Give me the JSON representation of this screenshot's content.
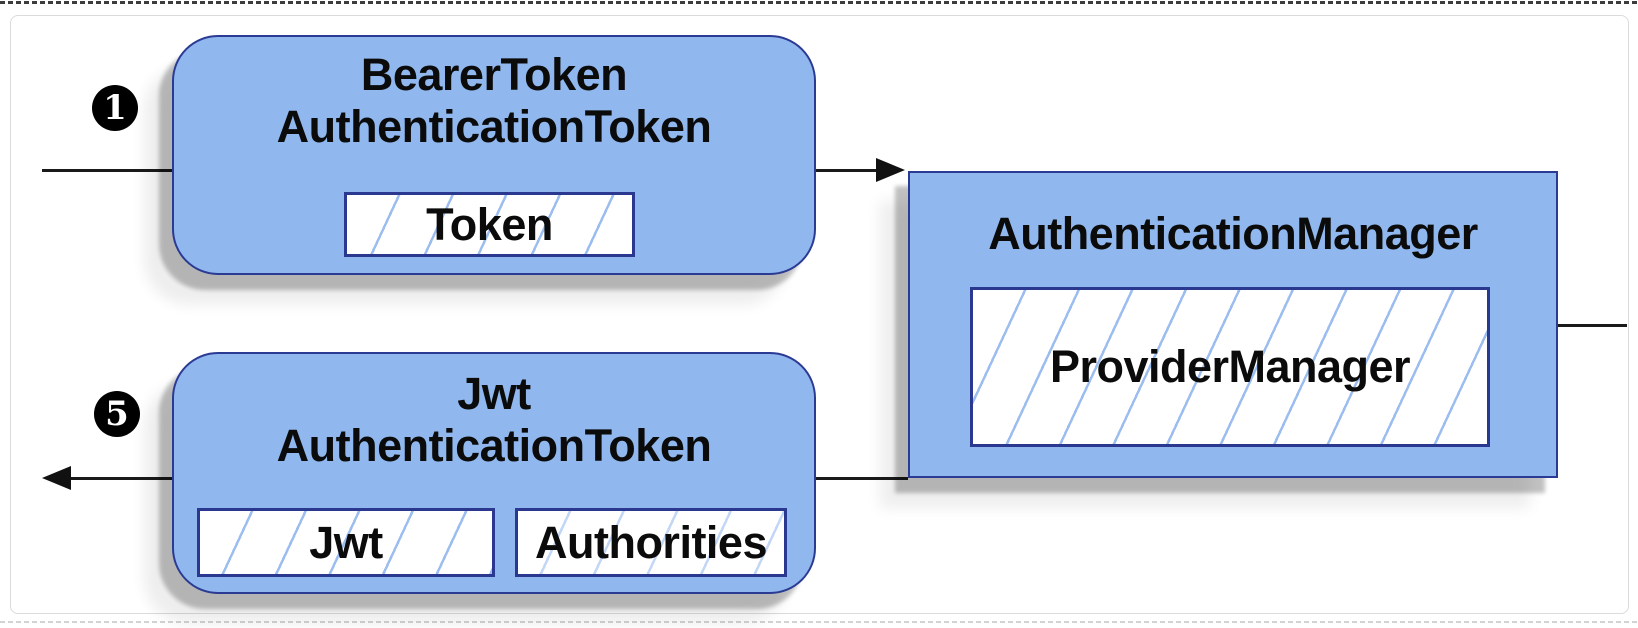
{
  "diagram": {
    "badges": [
      {
        "label": "1"
      },
      {
        "label": "5"
      }
    ],
    "nodes": [
      {
        "id": "bearer-token-authentication-token",
        "title_lines": [
          "BearerToken",
          "AuthenticationToken"
        ],
        "fields": [
          {
            "label": "Token"
          }
        ]
      },
      {
        "id": "authentication-manager",
        "title_lines": [
          "AuthenticationManager"
        ],
        "fields": [
          {
            "label": "ProviderManager"
          }
        ]
      },
      {
        "id": "jwt-authentication-token",
        "title_lines": [
          "Jwt",
          "AuthenticationToken"
        ],
        "fields": [
          {
            "label": "Jwt"
          },
          {
            "label": "Authorities"
          }
        ]
      }
    ],
    "colors": {
      "node_fill": "#90B8EE",
      "node_border": "#2B3B94",
      "hatch_line": "#9CBDF0",
      "hatch_line_light": "#C2D6F6",
      "connector": "#1A1A1A",
      "badge_background": "#000000",
      "badge_text": "#FFFFFF",
      "panel_border": "#DBDBDB"
    }
  }
}
